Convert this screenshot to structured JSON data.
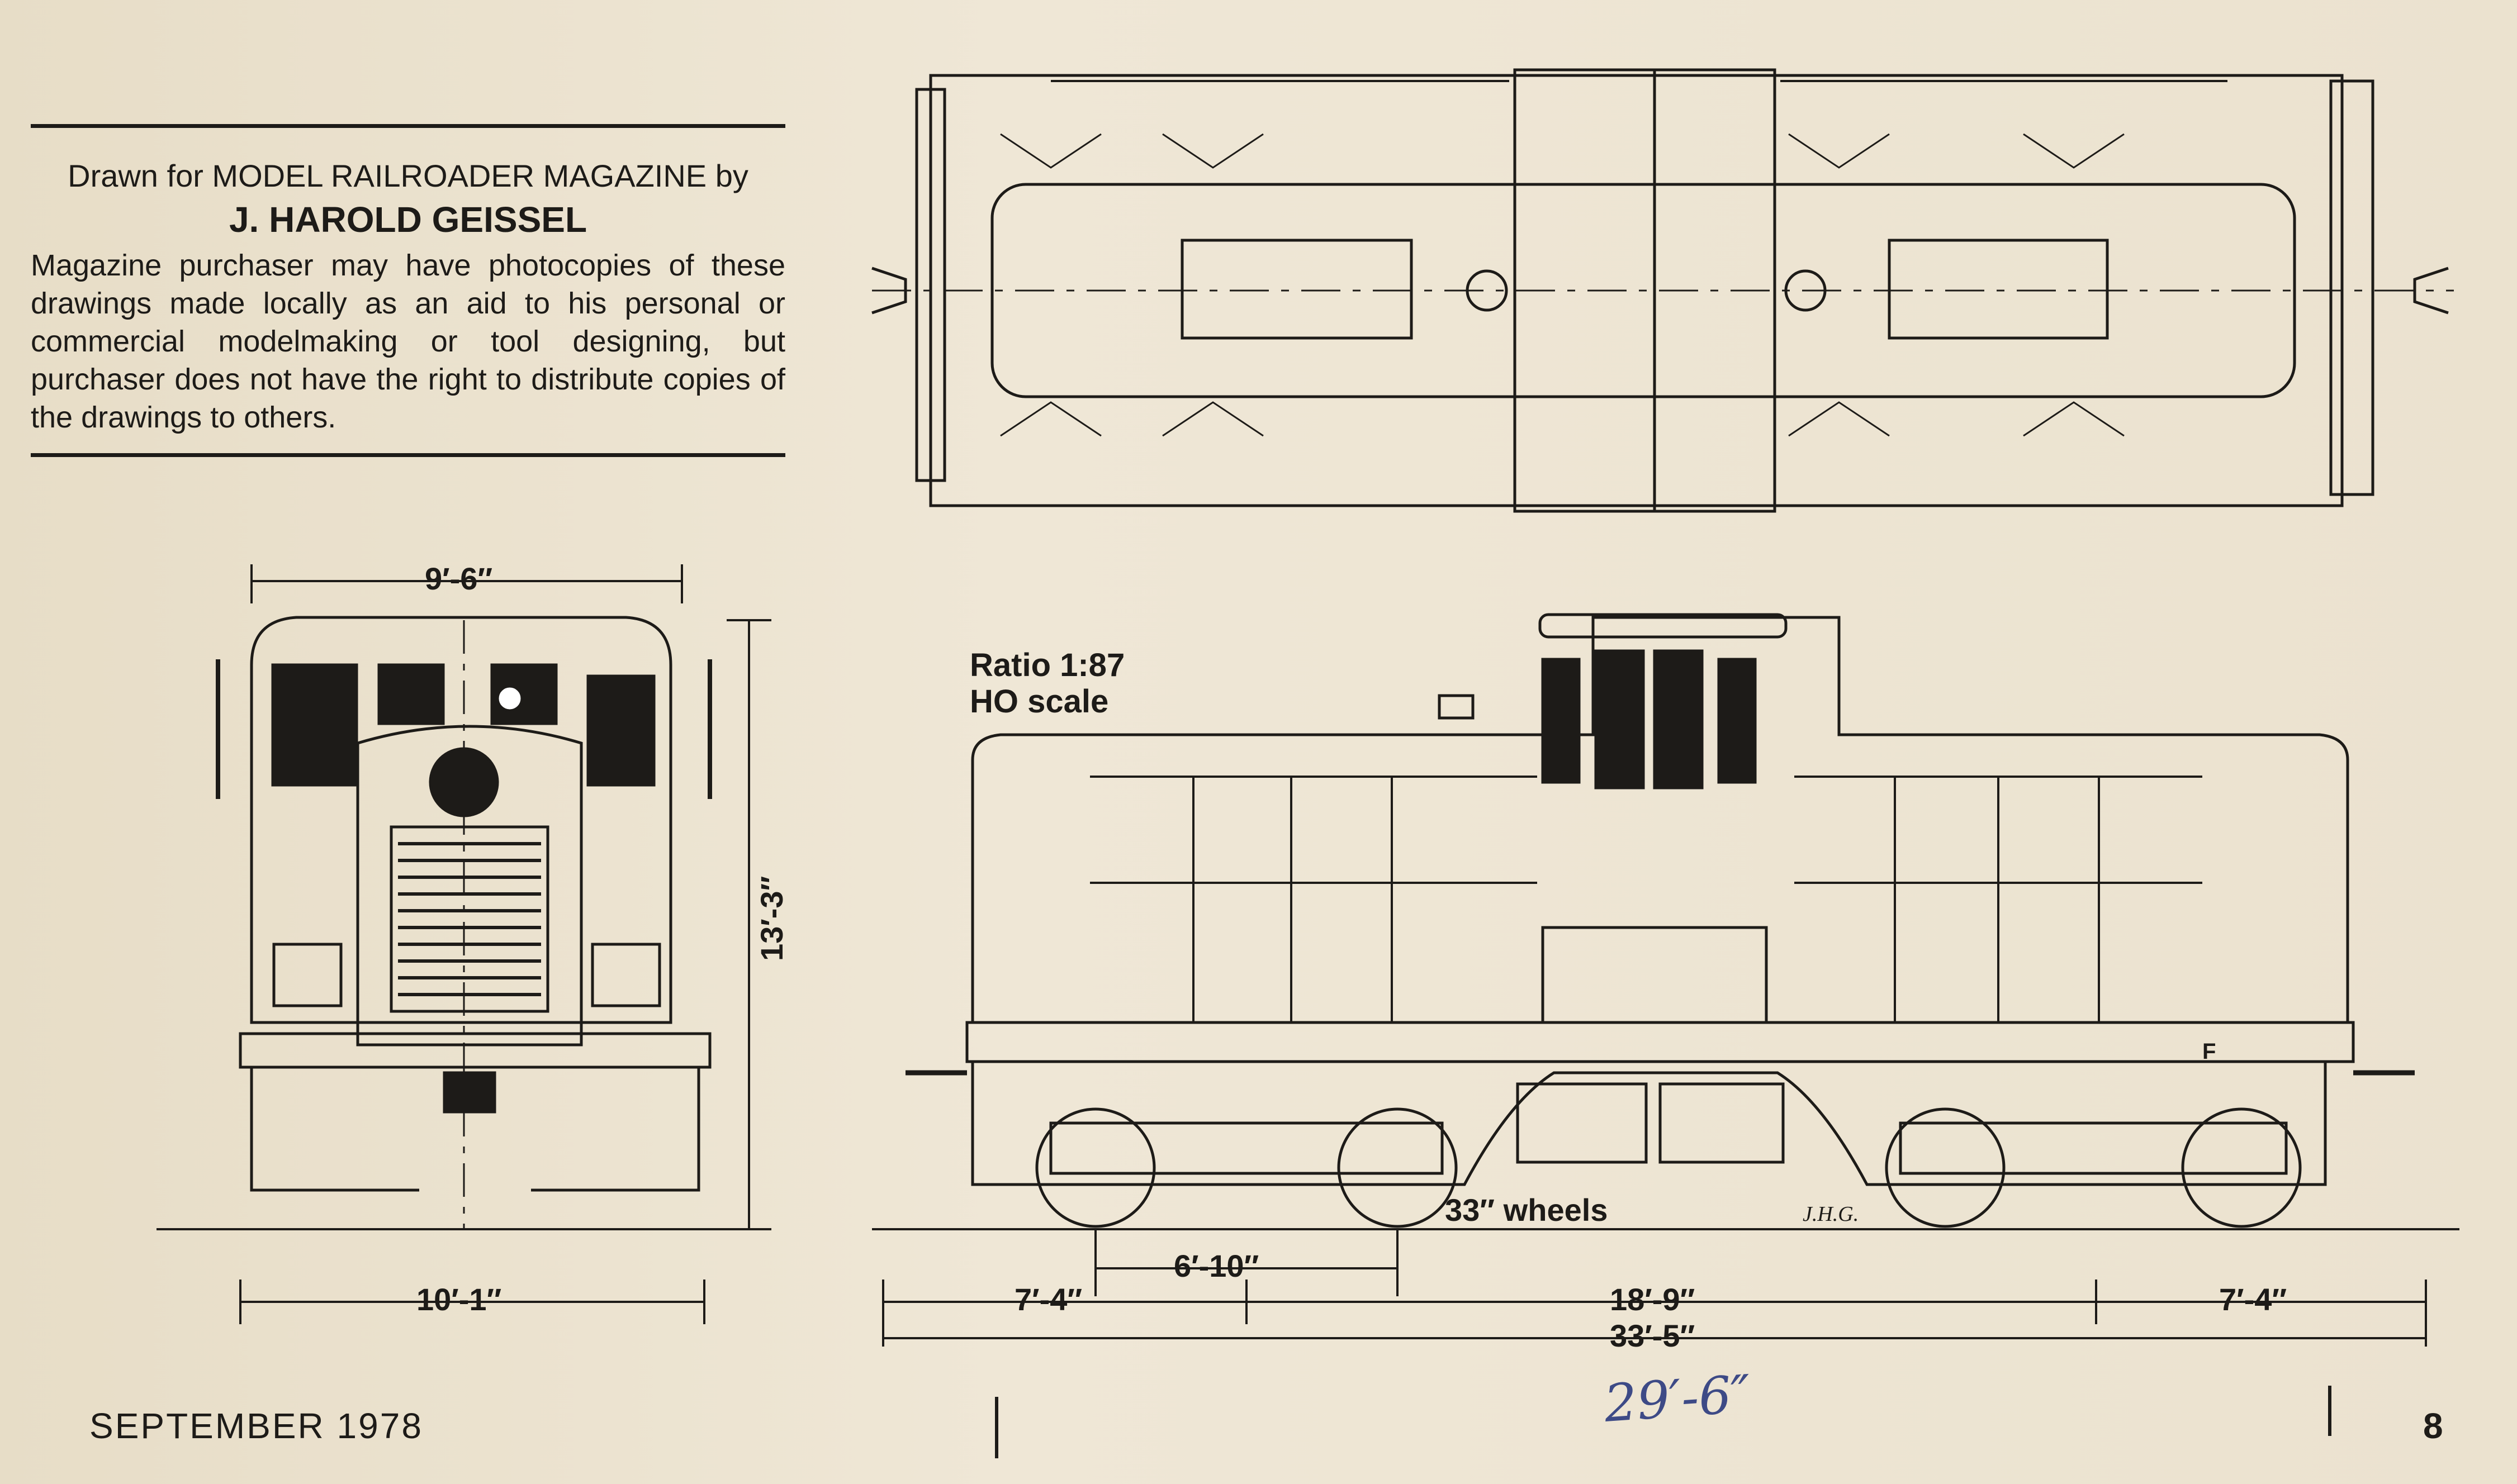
{
  "credit": {
    "drawn_for": "Drawn for MODEL RAILROADER MAGAZINE by",
    "author": "J. HAROLD GEISSEL",
    "notice": "Magazine purchaser may have photocopies of these drawings made locally as an aid to his personal or commercial modelmaking or tool designing, but purchaser does not have the right to distribute copies of the drawings to others."
  },
  "drawing": {
    "scale_ratio": "Ratio 1:87",
    "scale_name": "HO scale",
    "wheel_note": "33″ wheels",
    "initials": "J.H.G.",
    "truck_marker": "F",
    "dimensions": {
      "front_width_top": "9′-6″",
      "front_width_bottom": "10′-1″",
      "height": "13′-3″",
      "wheelbase": "6′-10″",
      "end_left": "7′-4″",
      "truck_centers": "18′-9″",
      "end_right": "7′-4″",
      "overall_length": "33′-5″"
    }
  },
  "footer": {
    "issue": "SEPTEMBER 1978",
    "page_number": "8",
    "pencil_note": "29′-6″"
  }
}
